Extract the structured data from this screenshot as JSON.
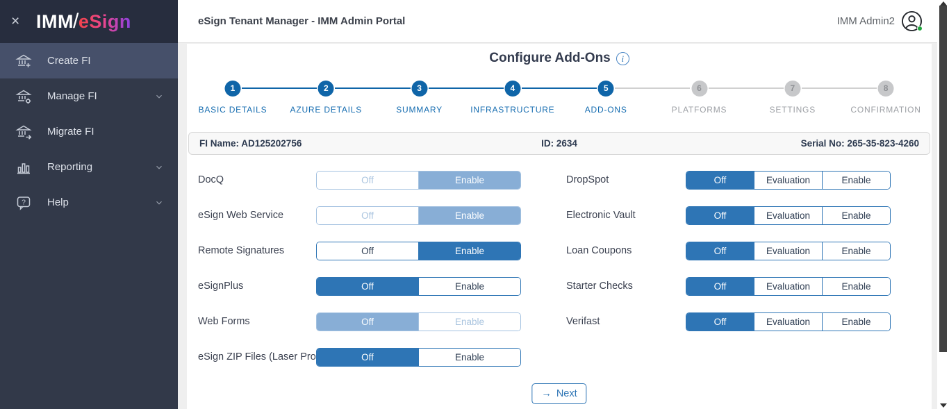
{
  "colors": {
    "accent_blue": "#2e75b5",
    "step_blue": "#0f65a8",
    "disabled_blue": "#88aed6",
    "active_green": "#1fa53c"
  },
  "sidebar": {
    "close_icon": "×",
    "logo": {
      "imm": "IMM",
      "slash": "/",
      "esign": "eSign"
    },
    "items": [
      {
        "label": "Create FI",
        "icon": "bank-plus-icon",
        "active": true,
        "expandable": false
      },
      {
        "label": "Manage FI",
        "icon": "bank-gear-icon",
        "active": false,
        "expandable": true
      },
      {
        "label": "Migrate FI",
        "icon": "bank-arrow-icon",
        "active": false,
        "expandable": false
      },
      {
        "label": "Reporting",
        "icon": "bar-chart-icon",
        "active": false,
        "expandable": true
      },
      {
        "label": "Help",
        "icon": "help-bubble-icon",
        "active": false,
        "expandable": true
      }
    ]
  },
  "header": {
    "title": "eSign Tenant Manager - IMM Admin Portal",
    "user_name": "IMM Admin2"
  },
  "wizard": {
    "title": "Configure Add-Ons",
    "info_icon": "i",
    "steps": [
      {
        "number": "1",
        "label": "BASIC DETAILS",
        "state": "done"
      },
      {
        "number": "2",
        "label": "AZURE DETAILS",
        "state": "done"
      },
      {
        "number": "3",
        "label": "SUMMARY",
        "state": "done"
      },
      {
        "number": "4",
        "label": "INFRASTRUCTURE",
        "state": "done"
      },
      {
        "number": "5",
        "label": "ADD-ONS",
        "state": "current"
      },
      {
        "number": "6",
        "label": "PLATFORMS",
        "state": "upcoming"
      },
      {
        "number": "7",
        "label": "SETTINGS",
        "state": "upcoming"
      },
      {
        "number": "8",
        "label": "CONFIRMATION",
        "state": "upcoming"
      }
    ]
  },
  "fi_info": {
    "fi_name": "FI Name: AD125202756",
    "id": "ID: 2634",
    "serial": "Serial No: 265-35-823-4260"
  },
  "addons": {
    "left_column": [
      {
        "name": "DocQ",
        "options": [
          "Off",
          "Enable"
        ],
        "selected": "Enable",
        "disabled": true
      },
      {
        "name": "eSign Web Service",
        "options": [
          "Off",
          "Enable"
        ],
        "selected": "Enable",
        "disabled": true
      },
      {
        "name": "Remote Signatures",
        "options": [
          "Off",
          "Enable"
        ],
        "selected": "Enable",
        "disabled": false
      },
      {
        "name": "eSignPlus",
        "options": [
          "Off",
          "Enable"
        ],
        "selected": "Off",
        "disabled": false
      },
      {
        "name": "Web Forms",
        "options": [
          "Off",
          "Enable"
        ],
        "selected": "Off",
        "disabled": true
      },
      {
        "name": "eSign ZIP Files (Laser Pro)",
        "options": [
          "Off",
          "Enable"
        ],
        "selected": "Off",
        "disabled": false
      }
    ],
    "right_column": [
      {
        "name": "DropSpot",
        "options": [
          "Off",
          "Evaluation",
          "Enable"
        ],
        "selected": "Off",
        "disabled": false
      },
      {
        "name": "Electronic Vault",
        "options": [
          "Off",
          "Evaluation",
          "Enable"
        ],
        "selected": "Off",
        "disabled": false
      },
      {
        "name": "Loan Coupons",
        "options": [
          "Off",
          "Evaluation",
          "Enable"
        ],
        "selected": "Off",
        "disabled": false
      },
      {
        "name": "Starter Checks",
        "options": [
          "Off",
          "Evaluation",
          "Enable"
        ],
        "selected": "Off",
        "disabled": false
      },
      {
        "name": "Verifast",
        "options": [
          "Off",
          "Evaluation",
          "Enable"
        ],
        "selected": "Off",
        "disabled": false
      }
    ]
  },
  "next_button": {
    "icon": "→",
    "label": "Next"
  }
}
